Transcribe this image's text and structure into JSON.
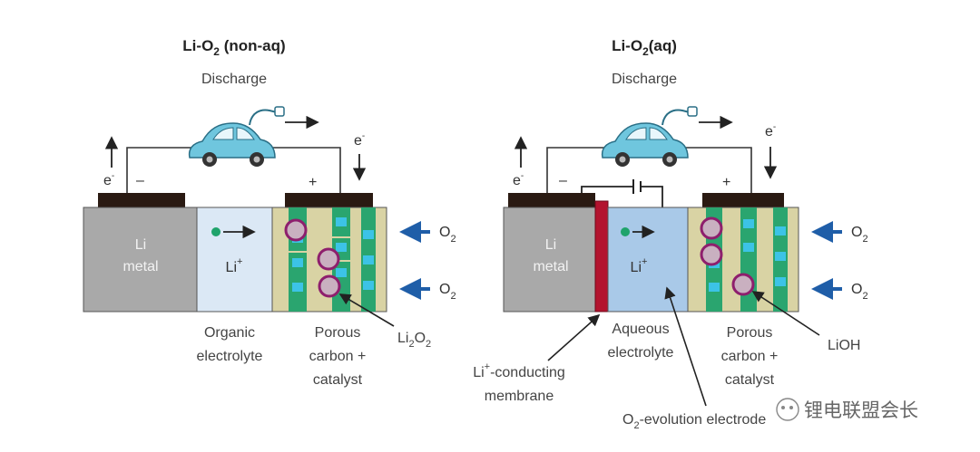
{
  "watermark": "锂电联盟会长",
  "left": {
    "title_main": "Li-O",
    "title_sub": "2",
    "title_rest": " (non-aq)",
    "mode": "Discharge",
    "anode_line1": "Li",
    "anode_line2": "metal",
    "electrolyte_ion": "Li",
    "electrolyte_ion_sup": "+",
    "electron": "e",
    "electron_sup": "-",
    "minus": "–",
    "plus": "+",
    "oxygen": "O",
    "oxygen_sub": "2",
    "electrolyte_label_1": "Organic",
    "electrolyte_label_2": "electrolyte",
    "cathode_label_1": "Porous",
    "cathode_label_2": "carbon +",
    "cathode_label_3": "catalyst",
    "product": "Li",
    "product_sub": "2",
    "product_mid": "O",
    "product_sub2": "2"
  },
  "right": {
    "title_main": "Li-O",
    "title_sub": "2",
    "title_rest": "(aq)",
    "mode": "Discharge",
    "anode_line1": "Li",
    "anode_line2": "metal",
    "electrolyte_ion": "Li",
    "electrolyte_ion_sup": "+",
    "electron": "e",
    "electron_sup": "-",
    "minus": "–",
    "plus": "+",
    "oxygen": "O",
    "oxygen_sub": "2",
    "membrane_label_1": "Li",
    "membrane_label_sup": "+",
    "membrane_label_rest": "-conducting",
    "membrane_label_2": "membrane",
    "electrolyte_label_1": "Aqueous",
    "electrolyte_label_2": "electrolyte",
    "cathode_label_1": "Porous",
    "cathode_label_2": "carbon +",
    "cathode_label_3": "catalyst",
    "product": "LiOH",
    "evolution_label_pre": "O",
    "evolution_label_sub": "2",
    "evolution_label_rest": "-evolution electrode"
  },
  "colors": {
    "anode": "#a9a9a9",
    "electrolyte_organic": "#dbe8f5",
    "electrolyte_aqueous": "#a9c9e8",
    "cathode": "#d9d3a4",
    "carbon_green": "#2aa56f",
    "catalyst_cyan": "#3cc3e6",
    "product_ring": "#8e1f6d",
    "collector": "#2a1a12",
    "membrane": "#b3132e",
    "arrow_blue": "#1f5ea8",
    "car": "#6fc6de"
  }
}
